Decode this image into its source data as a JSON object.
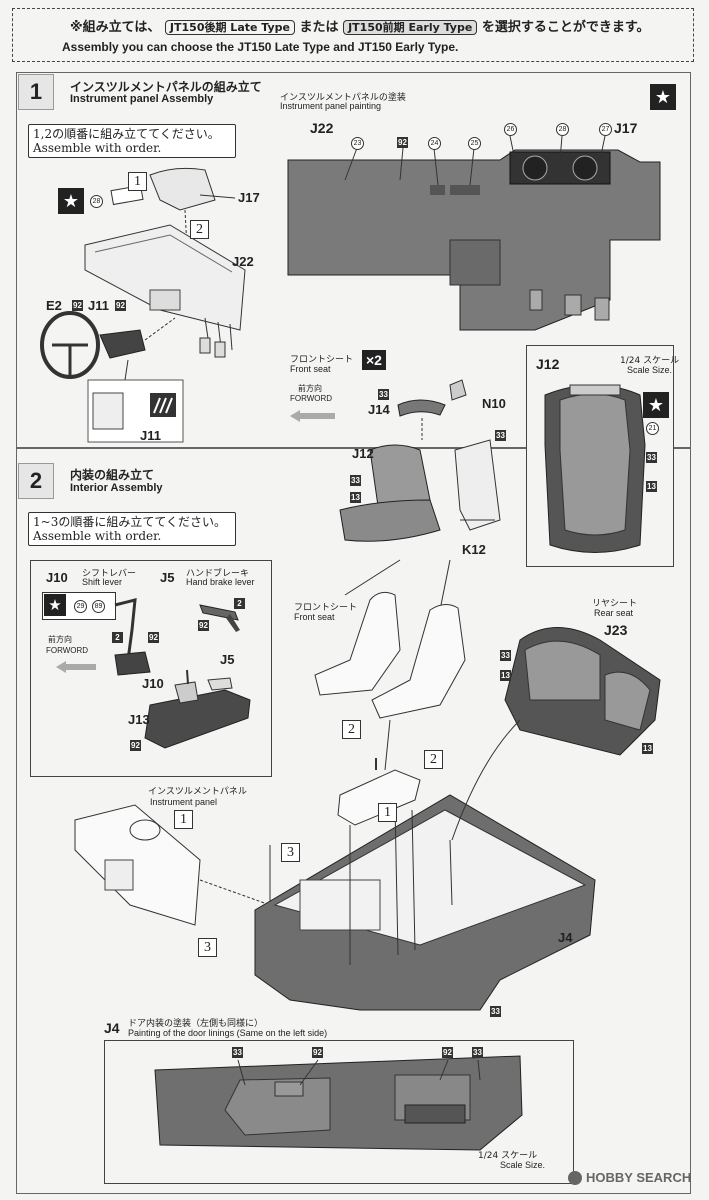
{
  "header": {
    "jp_pre": "※組み立ては、",
    "late_type": "JT150後期 Late Type",
    "or": "または",
    "early_type": "JT150前期 Early Type",
    "jp_post": "を選択することができます。",
    "en": "Assembly you can choose the JT150 Late Type and JT150 Early Type."
  },
  "step1": {
    "number": "1",
    "title_jp": "インスツルメントパネルの組み立て",
    "title_en": "Instrument panel Assembly",
    "order_jp": "1,2の順番に組み立ててください。",
    "order_en": "Assemble with order.",
    "parts": {
      "j17": "J17",
      "j22": "J22",
      "e2": "E2",
      "j11": "J11",
      "j11b": "J11"
    },
    "sub1": "1",
    "sub2": "2",
    "paint_28": "28",
    "paint_92a": "92",
    "paint_92b": "92"
  },
  "painting": {
    "title_jp": "インスツルメントパネルの塗装",
    "title_en": "Instrument panel painting",
    "j22": "J22",
    "j17": "J17",
    "c23": "23",
    "c92": "92",
    "c24": "24",
    "c25": "25",
    "c26": "26",
    "c28": "28",
    "c27": "27"
  },
  "front_seat_detail": {
    "title_jp": "フロントシート",
    "title_en": "Front seat",
    "times": "×2",
    "forward_jp": "前方向",
    "forward_en": "FORWORD",
    "n10": "N10",
    "j14": "J14",
    "j12": "J12",
    "k12": "K12",
    "c33a": "33",
    "c33b": "33",
    "c33c": "33",
    "c13": "13"
  },
  "j12_scale": {
    "part": "J12",
    "scale_jp": "1/24 スケール",
    "scale_en": "Scale Size.",
    "c21": "21",
    "c33": "33",
    "c13": "13"
  },
  "step2": {
    "number": "2",
    "title_jp": "内装の組み立て",
    "title_en": "Interior Assembly",
    "order_jp": "1~3の順番に組み立ててください。",
    "order_en": "Assemble with order.",
    "j10": "J10",
    "shift_jp": "シフトレバー",
    "shift_en": "Shift lever",
    "j5": "J5",
    "brake_jp": "ハンドブレーキ",
    "brake_en": "Hand brake lever",
    "forward_jp": "前方向",
    "forward_en": "FORWORD",
    "c29": "29",
    "c89": "89",
    "c2a": "2",
    "c92a": "92",
    "c2b": "2",
    "c92b": "92",
    "j5b": "J5",
    "j10b": "J10",
    "j13": "J13",
    "c92c": "92"
  },
  "main": {
    "front_seat_jp": "フロントシート",
    "front_seat_en": "Front seat",
    "rear_seat_jp": "リヤシート",
    "rear_seat_en": "Rear seat",
    "j23": "J23",
    "c33": "33",
    "c13a": "13",
    "c13b": "13",
    "panel_jp": "インスツルメントパネル",
    "panel_en": "Instrument panel",
    "n1a": "1",
    "n1b": "1",
    "n2a": "2",
    "n2b": "2",
    "n3a": "3",
    "n3b": "3",
    "j4": "J4",
    "c33b": "33"
  },
  "door": {
    "part": "J4",
    "title_jp": "ドア内装の塗装（左側も同様に）",
    "title_en": "Painting of the door linings (Same on the left side)",
    "c33a": "33",
    "c92a": "92",
    "c92b": "92",
    "c33b": "33",
    "scale_jp": "1/24 スケール",
    "scale_en": "Scale Size."
  },
  "watermark": "HOBBY SEARCH"
}
